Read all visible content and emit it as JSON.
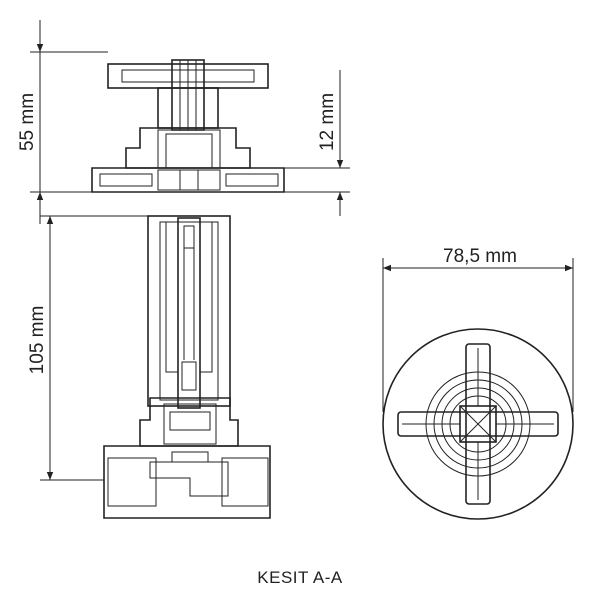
{
  "dimensions": {
    "head_height": "55 mm",
    "flange_height": "12 mm",
    "stem_length": "105 mm",
    "handle_diameter": "78,5 mm"
  },
  "caption": "KESIT A-A"
}
